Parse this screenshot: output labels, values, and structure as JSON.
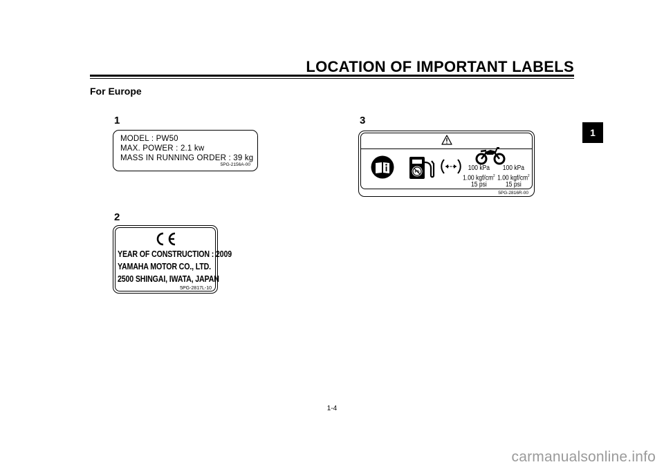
{
  "header": {
    "title": "LOCATION OF IMPORTANT LABELS",
    "subtitle": "For Europe"
  },
  "chapter_tab": "1",
  "labels": [
    {
      "number": "1",
      "lines": [
        "MODEL  :  PW50",
        "MAX.  POWER  :  2.1 kw",
        "MASS  IN  RUNNING  ORDER  :  39 kg"
      ],
      "code": "5PG-2156A-00"
    },
    {
      "number": "2",
      "lines": [
        "YEAR OF CONSTRUCTION : 2009",
        "YAMAHA  MOTOR CO., LTD.",
        "2500  SHINGAI, IWATA, JAPAN"
      ],
      "code": "5PG-2817L-10"
    },
    {
      "number": "3",
      "pressure": {
        "col1": {
          "kpa": "100 kPa",
          "kgf": "1.00 kgf/cm",
          "psi": "15 psi"
        },
        "col2": {
          "kpa": "100 kPa",
          "kgf": "1.00 kgf/cm",
          "psi": "15 psi"
        },
        "sup": "2"
      },
      "code": "5PG-2816R-00"
    }
  ],
  "footer": {
    "page": "1-4"
  },
  "watermark": "carmanualsonline.info",
  "icons": [
    "ce-mark-icon",
    "warning-triangle-icon",
    "manual-info-icon",
    "unleaded-fuel-icon",
    "tire-pressure-icon",
    "motorcycle-icon"
  ]
}
